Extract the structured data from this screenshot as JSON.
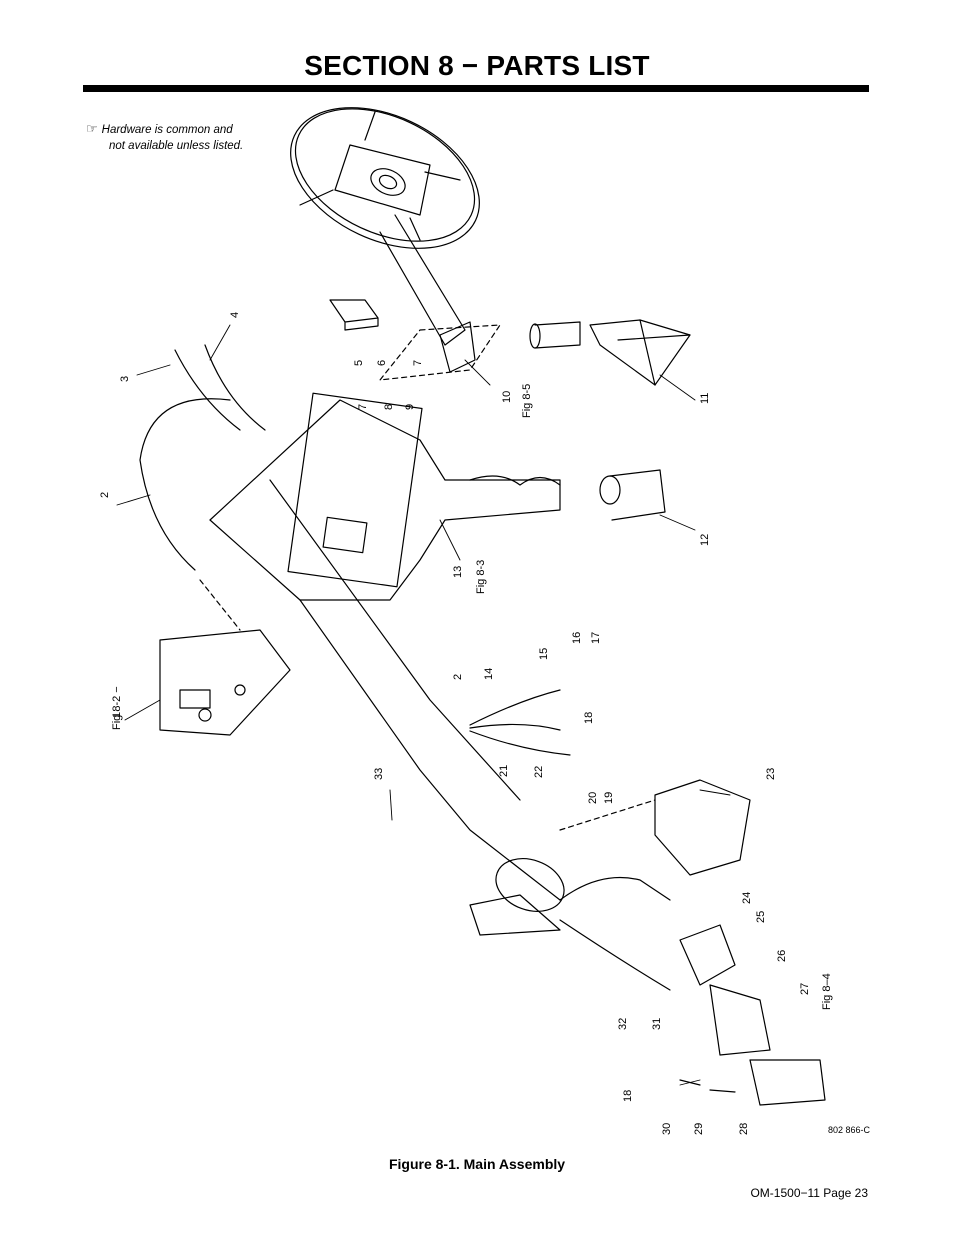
{
  "section_title": "SECTION 8 − PARTS LIST",
  "note": {
    "icon": "pointing-hand-icon",
    "line1": "Hardware is common and",
    "line2": "not available unless listed."
  },
  "callouts": {
    "c1": "1",
    "c2": "2",
    "c2b": "2",
    "c3": "3",
    "c4": "4",
    "c5": "5",
    "c6": "6",
    "c7a": "7",
    "c7b": "7",
    "c8": "8",
    "c9": "9",
    "c10": "10",
    "c10ref": "Fig 8-5",
    "c11": "11",
    "c12": "12",
    "c13": "13",
    "c13ref": "Fig 8-3",
    "c14": "14",
    "c15": "15",
    "c16": "16",
    "c17": "17",
    "c18a": "18",
    "c18b": "18",
    "c19": "19",
    "c20": "20",
    "c21": "21",
    "c22": "22",
    "c23": "23",
    "c24": "24",
    "c25": "25",
    "c26": "26",
    "c27": "27",
    "c27ref": "Fig 8–4",
    "c28": "28",
    "c29": "29",
    "c30": "30",
    "c31": "31",
    "c32": "32",
    "c33": "33",
    "c1ref": "Fig 8-2 −"
  },
  "drawing_code": "802 866-C",
  "figure_caption": "Figure 8-1. Main Assembly",
  "page_footer": "OM-1500−11 Page 23"
}
